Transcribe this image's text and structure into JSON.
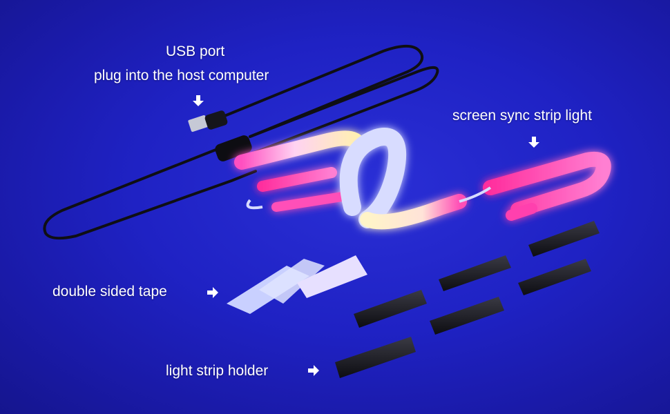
{
  "labels": {
    "usb_port": "USB port",
    "plug_into": "plug into the host computer",
    "screen_sync": "screen sync strip light",
    "double_tape": "double sided tape",
    "strip_holder": "light strip holder"
  },
  "colors": {
    "background": "#1f22c4",
    "cable": "#111111",
    "strip_pink": "#ff3fae",
    "strip_yellow": "#ffe9a8",
    "holder": "#1c1c1c",
    "tape": "#c9d0ff"
  }
}
